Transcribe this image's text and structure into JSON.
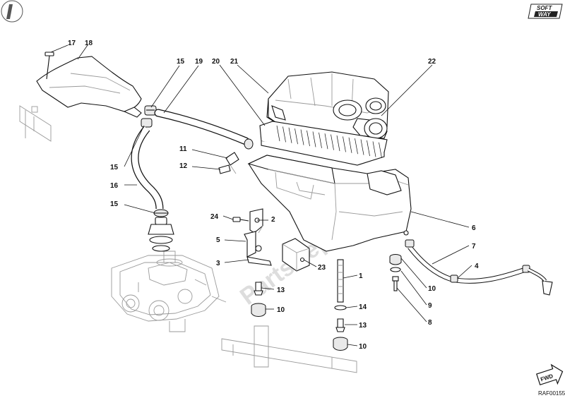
{
  "callouts": {
    "c17": "17",
    "c18": "18",
    "c15a": "15",
    "c19": "19",
    "c20": "20",
    "c21": "21",
    "c22": "22",
    "c11": "11",
    "c12": "12",
    "c15b": "15",
    "c16": "16",
    "c15c": "15",
    "c24": "24",
    "c2": "2",
    "c5": "5",
    "c3": "3",
    "c23": "23",
    "c1": "1",
    "c13a": "13",
    "c10a": "10",
    "c14": "14",
    "c13b": "13",
    "c10b": "10",
    "c6": "6",
    "c7": "7",
    "c4": "4",
    "c10c": "10",
    "c9": "9",
    "c8": "8"
  },
  "reference_code": "RAF00155",
  "logo": {
    "line1": "SOFT",
    "line2": "WAY"
  },
  "fwd_label": "FWD",
  "watermark": "PartsRepublik",
  "colors": {
    "ink": "#111111",
    "ghost": "#9a9a9a",
    "watermark": "#d8d8d8"
  }
}
